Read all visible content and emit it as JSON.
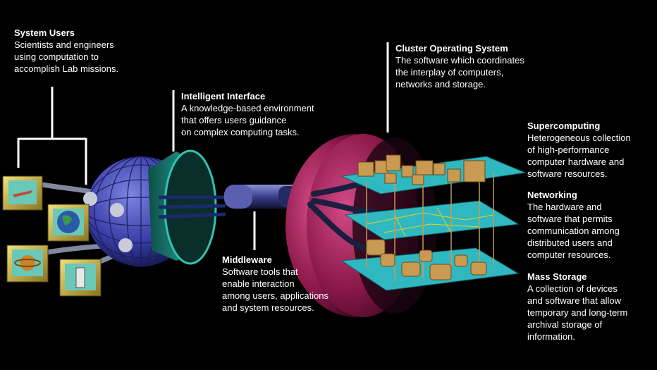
{
  "labels": {
    "system_users": {
      "title": "System Users",
      "desc": "Scientists and engineers\nusing computation to\naccomplish Lab missions."
    },
    "intelligent_interface": {
      "title": "Intelligent Interface",
      "desc": "A knowledge-based environment\nthat offers users guidance\non complex computing tasks."
    },
    "cluster_os": {
      "title": "Cluster Operating System",
      "desc": "The software which coordinates\nthe interplay of computers,\nnetworks and storage."
    },
    "supercomputing": {
      "title": "Supercomputing",
      "desc": "Heterogeneous collection\nof high-performance\ncomputer hardware and\nsoftware resources."
    },
    "networking": {
      "title": "Networking",
      "desc": "The hardware and\nsoftware that permits\ncommunication among\ndistributed users and\ncomputer resources."
    },
    "mass_storage": {
      "title": "Mass Storage",
      "desc": "A collection of devices\nand software that allow\ntemporary and long-term\narchival storage of\ninformation."
    },
    "middleware": {
      "title": "Middleware",
      "desc": "Software tools that\nenable interaction\namong users, applications\nand system resources."
    }
  },
  "colors": {
    "globe": "#3b3fa8",
    "funnel": "#2aa89a",
    "hemisphere": "#8a1848",
    "platform": "#30b8c0",
    "box": "#c89a52",
    "monitor": "#d8c24a"
  }
}
